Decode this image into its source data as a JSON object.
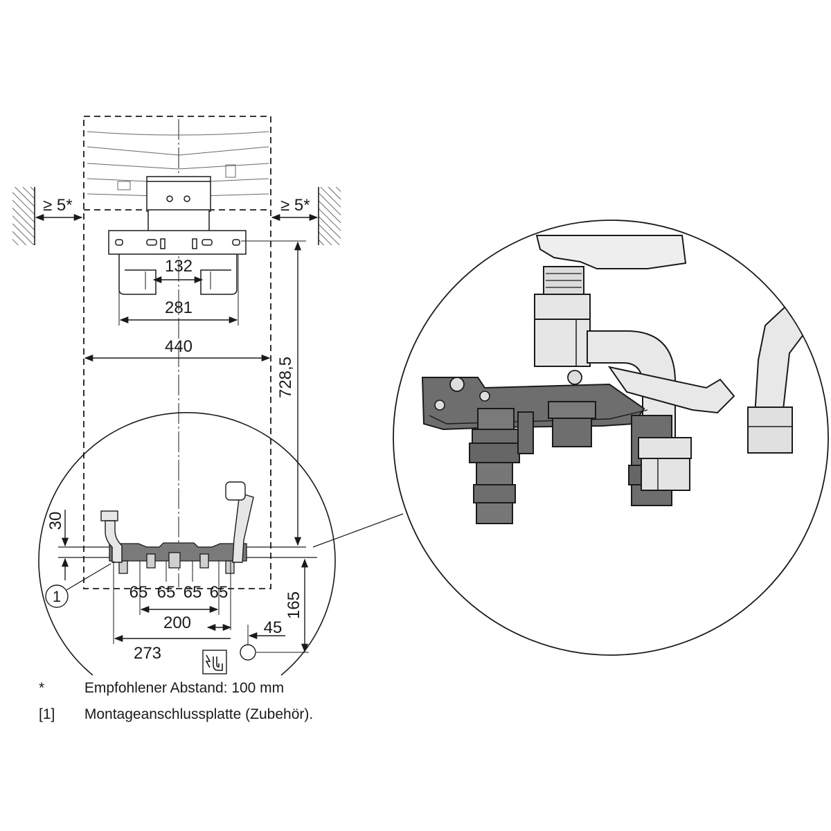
{
  "dimensions": {
    "wall_clearance_left": "≥ 5*",
    "wall_clearance_right": "≥ 5*",
    "d132": "132",
    "d281": "281",
    "d440": "440",
    "d728": "728,5",
    "d30": "30",
    "d65a": "65",
    "d65b": "65",
    "d65c": "65",
    "d65d": "65",
    "d200": "200",
    "d273": "273",
    "d45": "45",
    "d165": "165"
  },
  "callout": {
    "label": "1"
  },
  "legend": [
    {
      "key": "*",
      "text": "Empfohlener Abstand: 100 mm"
    },
    {
      "key": "[1]",
      "text": "Montageanschlussplatte (Zubehör)."
    }
  ],
  "colors": {
    "line": "#1a1a1a",
    "metal_dark": "#6e6e6e",
    "metal_light": "#d9d9d9",
    "pipe": "#e6e6e6"
  }
}
